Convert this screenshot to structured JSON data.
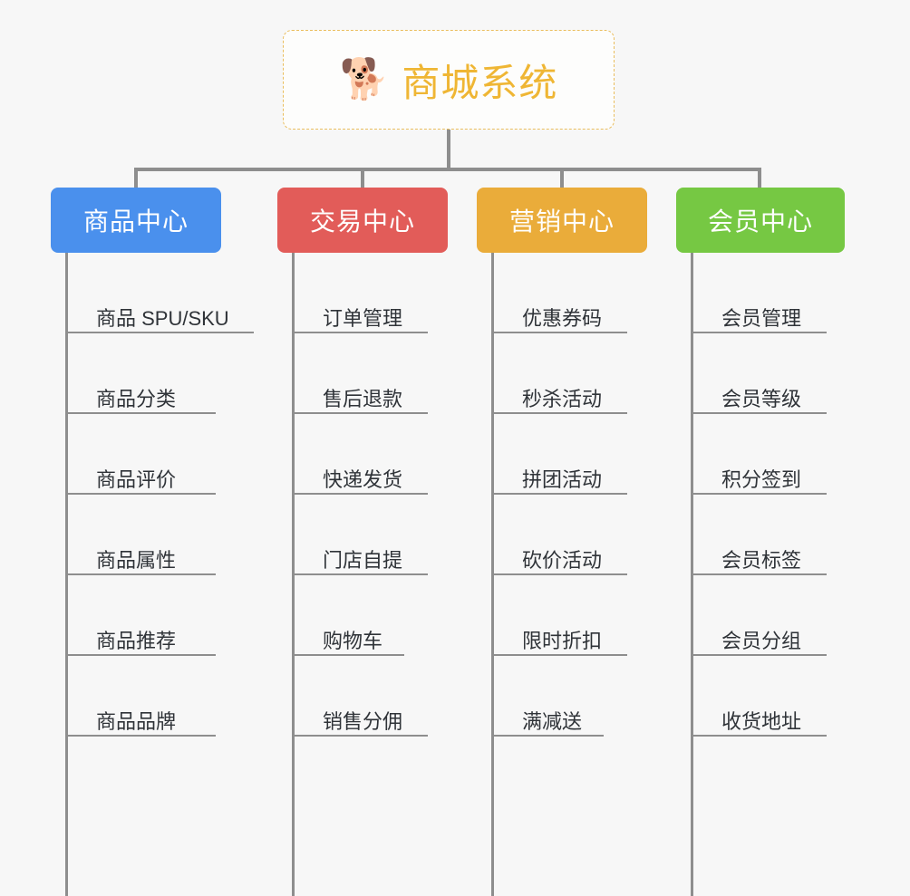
{
  "root": {
    "icon": "shiba-dog-emoji",
    "emoji": "🐕",
    "title": "商城系统",
    "border_color": "#eabe5e",
    "text_color": "#efb634"
  },
  "canvas": {
    "background": "#f7f7f7",
    "line_color": "#8e8e8e"
  },
  "columns": [
    {
      "label": "商品中心",
      "color": "#4a90ed",
      "underline_widths": [
        208,
        166,
        146,
        146,
        146,
        146
      ],
      "items": [
        "商品 SPU/SKU",
        "商品分类",
        "商品评价",
        "商品属性",
        "商品推荐",
        "商品品牌"
      ]
    },
    {
      "label": "交易中心",
      "color": "#e25c59",
      "underline_widths": [
        150,
        150,
        150,
        150,
        124,
        150
      ],
      "items": [
        "订单管理",
        "售后退款",
        "快递发货",
        "门店自提",
        "购物车",
        "销售分佣"
      ]
    },
    {
      "label": "营销中心",
      "color": "#eaac3a",
      "underline_widths": [
        150,
        150,
        150,
        150,
        150,
        124
      ],
      "items": [
        "优惠券码",
        "秒杀活动",
        "拼团活动",
        "砍价活动",
        "限时折扣",
        "满减送"
      ]
    },
    {
      "label": "会员中心",
      "color": "#76c843",
      "underline_widths": [
        150,
        150,
        150,
        150,
        150,
        150
      ],
      "items": [
        "会员管理",
        "会员等级",
        "积分签到",
        "会员标签",
        "会员分组",
        "收货地址"
      ]
    }
  ]
}
